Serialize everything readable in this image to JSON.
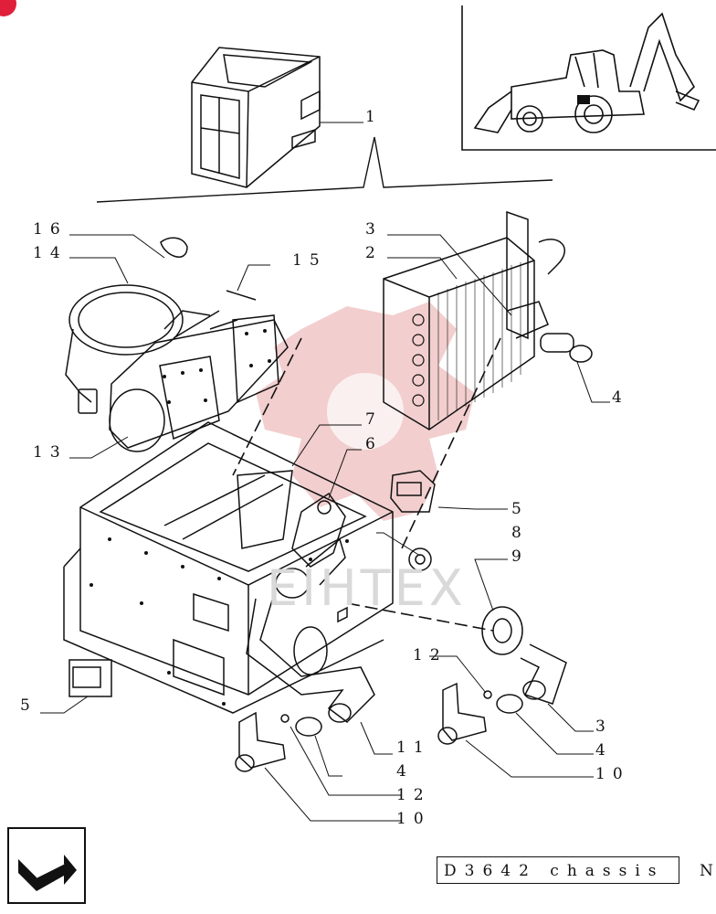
{
  "colors": {
    "ink": "#111111",
    "watermark_red": "#e8a5a5",
    "badge_red": "#e0203a"
  },
  "icons": {
    "navigation": "return-arrow-icon",
    "corner_badge": "red-badge-icon"
  },
  "document": {
    "code_text": "D3642 chassis",
    "code_suffix": "N",
    "watermark_text": "EIHTEX"
  },
  "callouts": [
    {
      "id": "c1",
      "text": "1"
    },
    {
      "id": "c16",
      "text": "16"
    },
    {
      "id": "c14",
      "text": "14"
    },
    {
      "id": "c15",
      "text": "15"
    },
    {
      "id": "c3a",
      "text": "3"
    },
    {
      "id": "c2",
      "text": "2"
    },
    {
      "id": "c4a",
      "text": "4"
    },
    {
      "id": "c13",
      "text": "13"
    },
    {
      "id": "c7",
      "text": "7"
    },
    {
      "id": "c6",
      "text": "6"
    },
    {
      "id": "c5a",
      "text": "5"
    },
    {
      "id": "c8",
      "text": "8"
    },
    {
      "id": "c9",
      "text": "9"
    },
    {
      "id": "c12a",
      "text": "12"
    },
    {
      "id": "c5b",
      "text": "5"
    },
    {
      "id": "c3b",
      "text": "3"
    },
    {
      "id": "c11",
      "text": "11"
    },
    {
      "id": "c4b",
      "text": "4"
    },
    {
      "id": "c4c",
      "text": "4"
    },
    {
      "id": "c10a",
      "text": "10"
    },
    {
      "id": "c12b",
      "text": "12"
    },
    {
      "id": "c10b",
      "text": "10"
    }
  ]
}
